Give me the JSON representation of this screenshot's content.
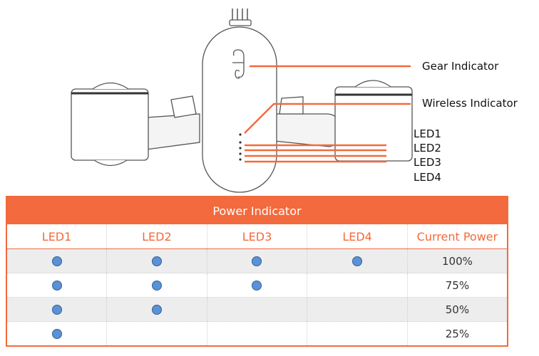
{
  "callouts": {
    "gear": "Gear Indicator",
    "wireless": "Wireless Indicator",
    "led1": "LED1",
    "led2": "LED2",
    "led3": "LED3",
    "led4": "LED4"
  },
  "table": {
    "title": "Power Indicator",
    "columns": [
      "LED1",
      "LED2",
      "LED3",
      "LED4",
      "Current Power"
    ],
    "rows": [
      {
        "leds": [
          true,
          true,
          true,
          true
        ],
        "power": "100%"
      },
      {
        "leds": [
          true,
          true,
          true,
          false
        ],
        "power": "75%"
      },
      {
        "leds": [
          true,
          true,
          false,
          false
        ],
        "power": "50%"
      },
      {
        "leds": [
          true,
          false,
          false,
          false
        ],
        "power": "25%"
      }
    ]
  },
  "colors": {
    "accent": "#f26a3d",
    "led_dot": "#5b92d6",
    "row_shade": "#ededed",
    "outline": "#555555"
  },
  "icons": {
    "gear_symbol": "gear-indicator-icon"
  }
}
